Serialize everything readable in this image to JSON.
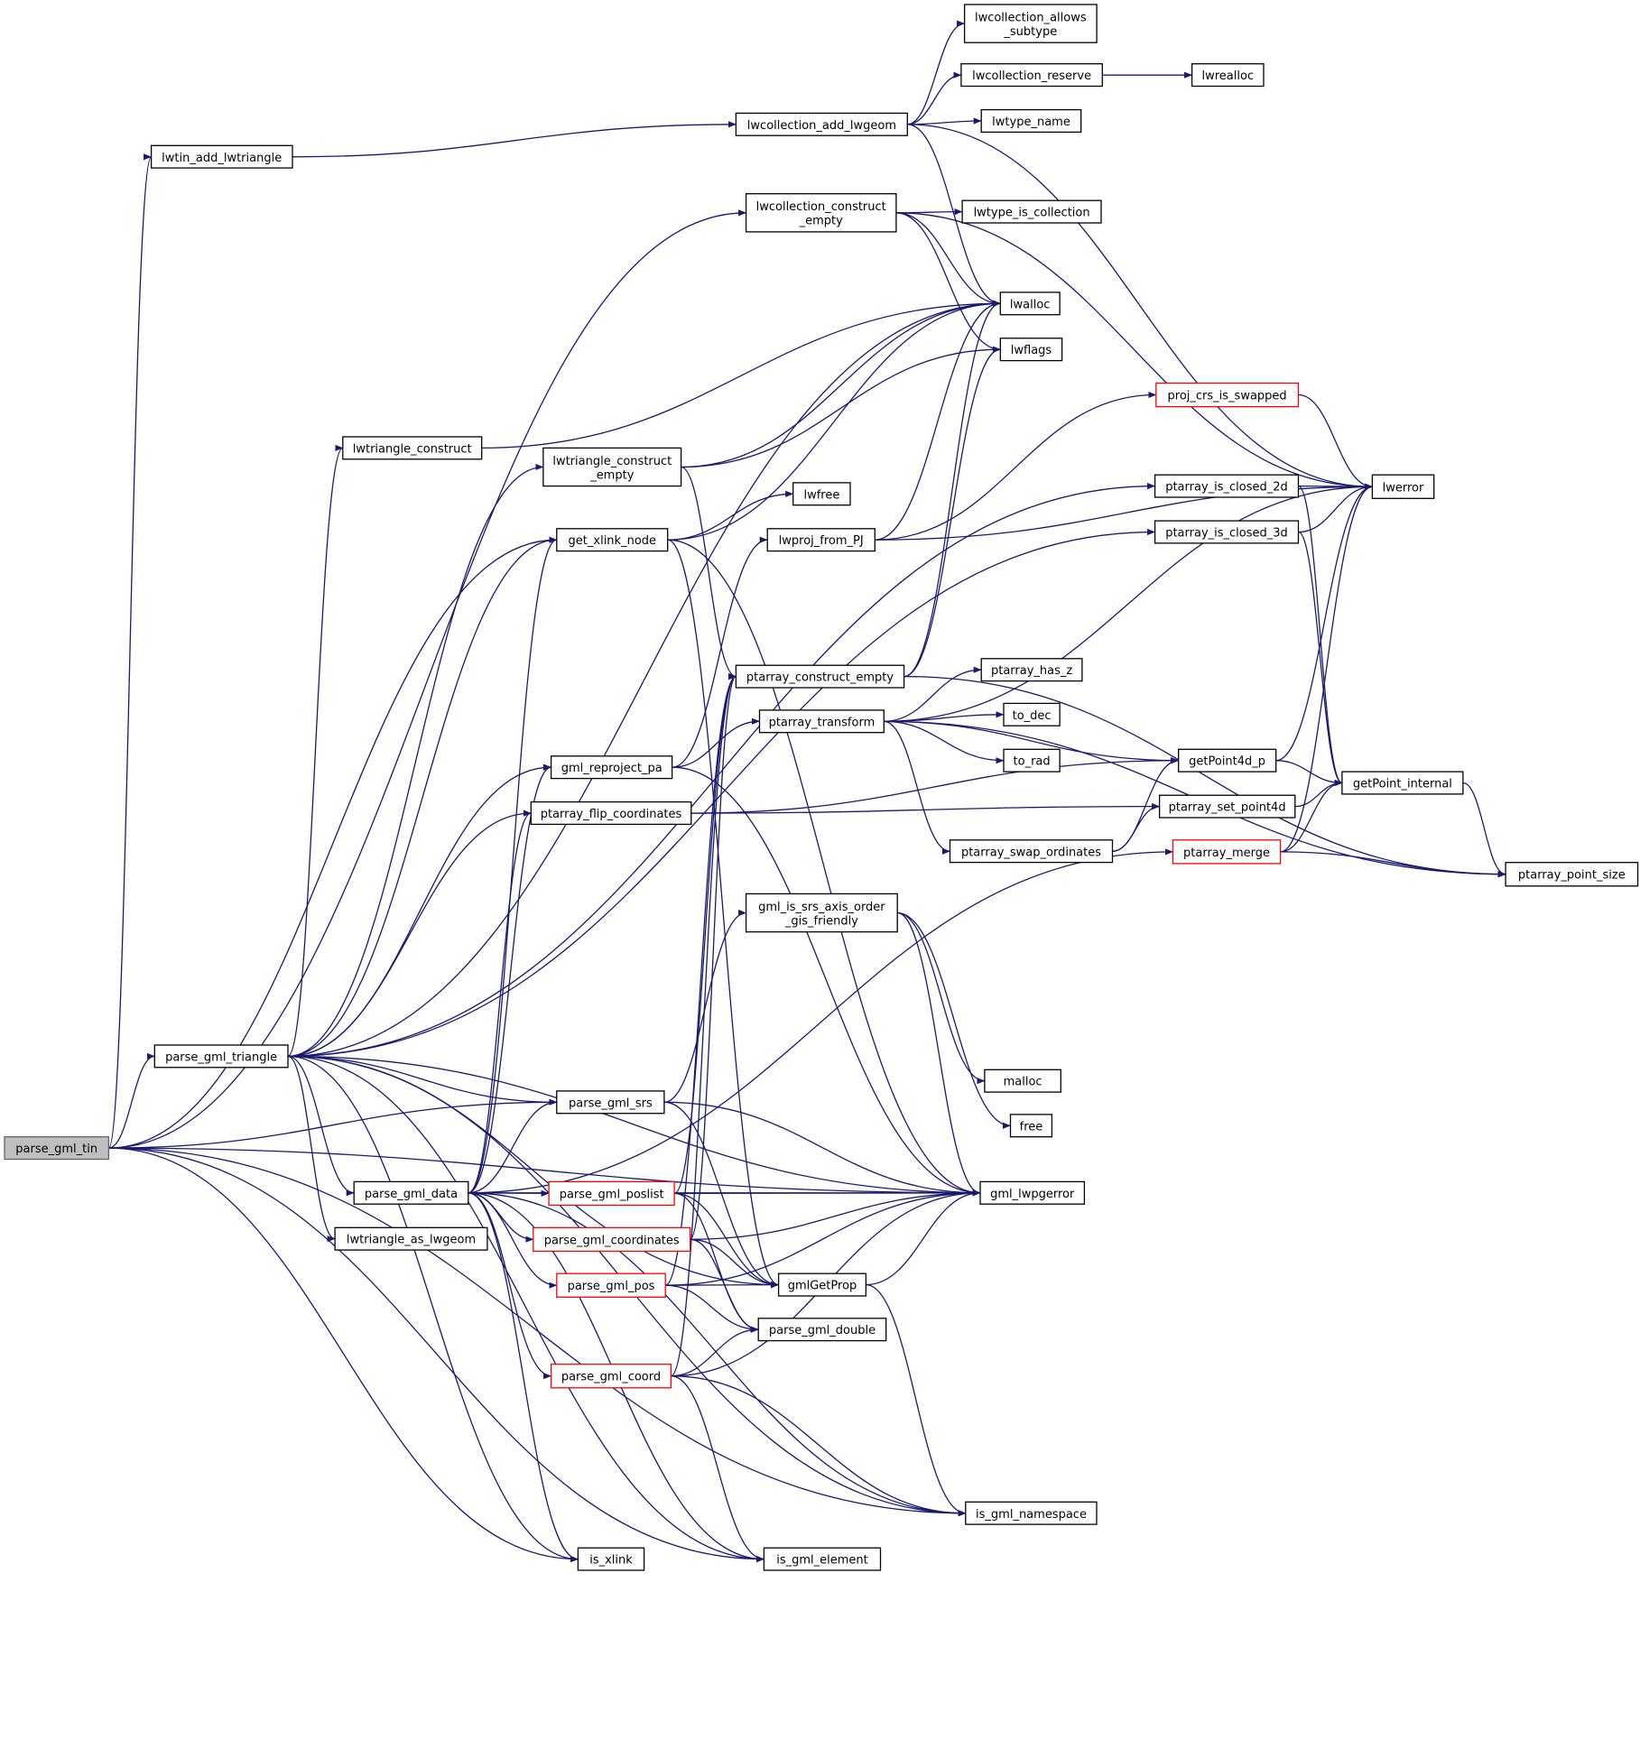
{
  "graph": {
    "colors": {
      "edge": "#191970",
      "node_border": "#000000",
      "node_border_incomplete": "#ff0000",
      "root_fill": "#bfbfbf",
      "root_border": "#666666"
    },
    "nodes": [
      {
        "id": "parse_gml_tin",
        "lines": [
          "parse_gml_tin"
        ],
        "style": "root"
      },
      {
        "id": "lwtin_add_lwtriangle",
        "lines": [
          "lwtin_add_lwtriangle"
        ]
      },
      {
        "id": "lwcollection_allows_subtype",
        "lines": [
          "lwcollection_allows",
          "_subtype"
        ]
      },
      {
        "id": "lwcollection_reserve",
        "lines": [
          "lwcollection_reserve"
        ]
      },
      {
        "id": "lwrealloc",
        "lines": [
          "lwrealloc"
        ]
      },
      {
        "id": "lwcollection_add_lwgeom",
        "lines": [
          "lwcollection_add_lwgeom"
        ]
      },
      {
        "id": "lwtype_name",
        "lines": [
          "lwtype_name"
        ]
      },
      {
        "id": "lwcollection_construct_empty",
        "lines": [
          "lwcollection_construct",
          "_empty"
        ]
      },
      {
        "id": "lwtype_is_collection",
        "lines": [
          "lwtype_is_collection"
        ]
      },
      {
        "id": "lwalloc",
        "lines": [
          "lwalloc"
        ]
      },
      {
        "id": "lwflags",
        "lines": [
          "lwflags"
        ]
      },
      {
        "id": "proj_crs_is_swapped",
        "lines": [
          "proj_crs_is_swapped"
        ],
        "style": "red"
      },
      {
        "id": "lwtriangle_construct",
        "lines": [
          "lwtriangle_construct"
        ]
      },
      {
        "id": "lwtriangle_construct_empty",
        "lines": [
          "lwtriangle_construct",
          "_empty"
        ]
      },
      {
        "id": "ptarray_is_closed_2d",
        "lines": [
          "ptarray_is_closed_2d"
        ]
      },
      {
        "id": "lwerror",
        "lines": [
          "lwerror"
        ]
      },
      {
        "id": "lwfree",
        "lines": [
          "lwfree"
        ]
      },
      {
        "id": "get_xlink_node",
        "lines": [
          "get_xlink_node"
        ]
      },
      {
        "id": "lwproj_from_PJ",
        "lines": [
          "lwproj_from_PJ"
        ]
      },
      {
        "id": "ptarray_is_closed_3d",
        "lines": [
          "ptarray_is_closed_3d"
        ]
      },
      {
        "id": "ptarray_construct_empty",
        "lines": [
          "ptarray_construct_empty"
        ]
      },
      {
        "id": "ptarray_has_z",
        "lines": [
          "ptarray_has_z"
        ]
      },
      {
        "id": "ptarray_transform",
        "lines": [
          "ptarray_transform"
        ]
      },
      {
        "id": "to_dec",
        "lines": [
          "to_dec"
        ]
      },
      {
        "id": "to_rad",
        "lines": [
          "to_rad"
        ]
      },
      {
        "id": "gml_reproject_pa",
        "lines": [
          "gml_reproject_pa"
        ]
      },
      {
        "id": "getPoint4d_p",
        "lines": [
          "getPoint4d_p"
        ]
      },
      {
        "id": "getPoint_internal",
        "lines": [
          "getPoint_internal"
        ]
      },
      {
        "id": "ptarray_flip_coordinates",
        "lines": [
          "ptarray_flip_coordinates"
        ]
      },
      {
        "id": "ptarray_set_point4d",
        "lines": [
          "ptarray_set_point4d"
        ]
      },
      {
        "id": "ptarray_swap_ordinates",
        "lines": [
          "ptarray_swap_ordinates"
        ]
      },
      {
        "id": "ptarray_merge",
        "lines": [
          "ptarray_merge"
        ],
        "style": "red"
      },
      {
        "id": "ptarray_point_size",
        "lines": [
          "ptarray_point_size"
        ]
      },
      {
        "id": "gml_is_srs_axis_order_gis_friendly",
        "lines": [
          "gml_is_srs_axis_order",
          "_gis_friendly"
        ]
      },
      {
        "id": "parse_gml_triangle",
        "lines": [
          "parse_gml_triangle"
        ]
      },
      {
        "id": "malloc",
        "lines": [
          "malloc"
        ]
      },
      {
        "id": "parse_gml_srs",
        "lines": [
          "parse_gml_srs"
        ]
      },
      {
        "id": "free",
        "lines": [
          "free"
        ]
      },
      {
        "id": "parse_gml_data",
        "lines": [
          "parse_gml_data"
        ]
      },
      {
        "id": "parse_gml_poslist",
        "lines": [
          "parse_gml_poslist"
        ],
        "style": "red"
      },
      {
        "id": "gml_lwpgerror",
        "lines": [
          "gml_lwpgerror"
        ]
      },
      {
        "id": "lwtriangle_as_lwgeom",
        "lines": [
          "lwtriangle_as_lwgeom"
        ]
      },
      {
        "id": "parse_gml_coordinates",
        "lines": [
          "parse_gml_coordinates"
        ],
        "style": "red"
      },
      {
        "id": "parse_gml_pos",
        "lines": [
          "parse_gml_pos"
        ],
        "style": "red"
      },
      {
        "id": "gmlGetProp",
        "lines": [
          "gmlGetProp"
        ]
      },
      {
        "id": "parse_gml_double",
        "lines": [
          "parse_gml_double"
        ]
      },
      {
        "id": "parse_gml_coord",
        "lines": [
          "parse_gml_coord"
        ],
        "style": "red"
      },
      {
        "id": "is_gml_namespace",
        "lines": [
          "is_gml_namespace"
        ]
      },
      {
        "id": "is_xlink",
        "lines": [
          "is_xlink"
        ]
      },
      {
        "id": "is_gml_element",
        "lines": [
          "is_gml_element"
        ]
      }
    ],
    "edges": [
      [
        "parse_gml_tin",
        "lwtin_add_lwtriangle"
      ],
      [
        "parse_gml_tin",
        "lwcollection_construct_empty"
      ],
      [
        "parse_gml_tin",
        "get_xlink_node"
      ],
      [
        "parse_gml_tin",
        "parse_gml_triangle"
      ],
      [
        "parse_gml_tin",
        "parse_gml_srs"
      ],
      [
        "parse_gml_tin",
        "is_xlink"
      ],
      [
        "parse_gml_tin",
        "is_gml_element"
      ],
      [
        "parse_gml_tin",
        "is_gml_namespace"
      ],
      [
        "parse_gml_tin",
        "gml_lwpgerror"
      ],
      [
        "lwtin_add_lwtriangle",
        "lwcollection_add_lwgeom"
      ],
      [
        "lwcollection_add_lwgeom",
        "lwcollection_allows_subtype"
      ],
      [
        "lwcollection_add_lwgeom",
        "lwcollection_reserve"
      ],
      [
        "lwcollection_add_lwgeom",
        "lwtype_name"
      ],
      [
        "lwcollection_add_lwgeom",
        "lwerror"
      ],
      [
        "lwcollection_add_lwgeom",
        "lwalloc"
      ],
      [
        "lwcollection_reserve",
        "lwrealloc"
      ],
      [
        "lwcollection_construct_empty",
        "lwtype_is_collection"
      ],
      [
        "lwcollection_construct_empty",
        "lwerror"
      ],
      [
        "lwcollection_construct_empty",
        "lwalloc"
      ],
      [
        "lwcollection_construct_empty",
        "lwflags"
      ],
      [
        "proj_crs_is_swapped",
        "lwerror"
      ],
      [
        "lwtriangle_construct",
        "lwalloc"
      ],
      [
        "lwtriangle_construct_empty",
        "lwalloc"
      ],
      [
        "lwtriangle_construct_empty",
        "lwflags"
      ],
      [
        "lwtriangle_construct_empty",
        "ptarray_construct_empty"
      ],
      [
        "ptarray_is_closed_2d",
        "lwerror"
      ],
      [
        "ptarray_is_closed_2d",
        "getPoint_internal"
      ],
      [
        "ptarray_is_closed_3d",
        "lwerror"
      ],
      [
        "ptarray_is_closed_3d",
        "getPoint_internal"
      ],
      [
        "get_xlink_node",
        "lwfree"
      ],
      [
        "get_xlink_node",
        "lwalloc"
      ],
      [
        "get_xlink_node",
        "gmlGetProp"
      ],
      [
        "get_xlink_node",
        "gml_lwpgerror"
      ],
      [
        "lwproj_from_PJ",
        "proj_crs_is_swapped"
      ],
      [
        "lwproj_from_PJ",
        "lwerror"
      ],
      [
        "lwproj_from_PJ",
        "lwalloc"
      ],
      [
        "ptarray_construct_empty",
        "lwalloc"
      ],
      [
        "ptarray_construct_empty",
        "lwflags"
      ],
      [
        "ptarray_construct_empty",
        "ptarray_point_size"
      ],
      [
        "ptarray_transform",
        "ptarray_has_z"
      ],
      [
        "ptarray_transform",
        "to_dec"
      ],
      [
        "ptarray_transform",
        "to_rad"
      ],
      [
        "ptarray_transform",
        "getPoint4d_p"
      ],
      [
        "ptarray_transform",
        "lwerror"
      ],
      [
        "ptarray_transform",
        "ptarray_swap_ordinates"
      ],
      [
        "ptarray_transform",
        "ptarray_point_size"
      ],
      [
        "gml_reproject_pa",
        "ptarray_transform"
      ],
      [
        "gml_reproject_pa",
        "lwproj_from_PJ"
      ],
      [
        "gml_reproject_pa",
        "gml_lwpgerror"
      ],
      [
        "getPoint4d_p",
        "lwerror"
      ],
      [
        "getPoint4d_p",
        "getPoint_internal"
      ],
      [
        "getPoint_internal",
        "ptarray_point_size"
      ],
      [
        "ptarray_flip_coordinates",
        "getPoint4d_p"
      ],
      [
        "ptarray_flip_coordinates",
        "ptarray_set_point4d"
      ],
      [
        "ptarray_set_point4d",
        "getPoint_internal"
      ],
      [
        "ptarray_swap_ordinates",
        "getPoint4d_p"
      ],
      [
        "ptarray_swap_ordinates",
        "ptarray_set_point4d"
      ],
      [
        "ptarray_merge",
        "lwerror"
      ],
      [
        "ptarray_merge",
        "getPoint_internal"
      ],
      [
        "ptarray_merge",
        "ptarray_point_size"
      ],
      [
        "gml_is_srs_axis_order_gis_friendly",
        "malloc"
      ],
      [
        "gml_is_srs_axis_order_gis_friendly",
        "free"
      ],
      [
        "gml_is_srs_axis_order_gis_friendly",
        "gml_lwpgerror"
      ],
      [
        "parse_gml_triangle",
        "lwtriangle_construct"
      ],
      [
        "parse_gml_triangle",
        "lwtriangle_construct_empty"
      ],
      [
        "parse_gml_triangle",
        "get_xlink_node"
      ],
      [
        "parse_gml_triangle",
        "gml_reproject_pa"
      ],
      [
        "parse_gml_triangle",
        "ptarray_flip_coordinates"
      ],
      [
        "parse_gml_triangle",
        "ptarray_is_closed_2d"
      ],
      [
        "parse_gml_triangle",
        "ptarray_is_closed_3d"
      ],
      [
        "parse_gml_triangle",
        "lwalloc"
      ],
      [
        "parse_gml_triangle",
        "parse_gml_srs"
      ],
      [
        "parse_gml_triangle",
        "parse_gml_data"
      ],
      [
        "parse_gml_triangle",
        "lwtriangle_as_lwgeom"
      ],
      [
        "parse_gml_triangle",
        "gml_lwpgerror"
      ],
      [
        "parse_gml_triangle",
        "gmlGetProp"
      ],
      [
        "parse_gml_triangle",
        "is_xlink"
      ],
      [
        "parse_gml_triangle",
        "is_gml_element"
      ],
      [
        "parse_gml_triangle",
        "is_gml_namespace"
      ],
      [
        "parse_gml_srs",
        "gml_is_srs_axis_order_gis_friendly"
      ],
      [
        "parse_gml_srs",
        "gmlGetProp"
      ],
      [
        "parse_gml_srs",
        "gml_lwpgerror"
      ],
      [
        "parse_gml_data",
        "get_xlink_node"
      ],
      [
        "parse_gml_data",
        "gml_reproject_pa"
      ],
      [
        "parse_gml_data",
        "ptarray_flip_coordinates"
      ],
      [
        "parse_gml_data",
        "ptarray_merge"
      ],
      [
        "parse_gml_data",
        "parse_gml_srs"
      ],
      [
        "parse_gml_data",
        "parse_gml_poslist"
      ],
      [
        "parse_gml_data",
        "parse_gml_coordinates"
      ],
      [
        "parse_gml_data",
        "parse_gml_pos"
      ],
      [
        "parse_gml_data",
        "parse_gml_coord"
      ],
      [
        "parse_gml_data",
        "gml_lwpgerror"
      ],
      [
        "parse_gml_data",
        "is_xlink"
      ],
      [
        "parse_gml_data",
        "is_gml_element"
      ],
      [
        "parse_gml_data",
        "is_gml_namespace"
      ],
      [
        "parse_gml_poslist",
        "ptarray_construct_empty"
      ],
      [
        "parse_gml_poslist",
        "gmlGetProp"
      ],
      [
        "parse_gml_poslist",
        "parse_gml_double"
      ],
      [
        "parse_gml_poslist",
        "gml_lwpgerror"
      ],
      [
        "parse_gml_coordinates",
        "ptarray_construct_empty"
      ],
      [
        "parse_gml_coordinates",
        "gmlGetProp"
      ],
      [
        "parse_gml_coordinates",
        "parse_gml_double"
      ],
      [
        "parse_gml_coordinates",
        "gml_lwpgerror"
      ],
      [
        "parse_gml_pos",
        "ptarray_construct_empty"
      ],
      [
        "parse_gml_pos",
        "gmlGetProp"
      ],
      [
        "parse_gml_pos",
        "parse_gml_double"
      ],
      [
        "parse_gml_pos",
        "gml_lwpgerror"
      ],
      [
        "parse_gml_coord",
        "ptarray_construct_empty"
      ],
      [
        "parse_gml_coord",
        "parse_gml_double"
      ],
      [
        "parse_gml_coord",
        "gml_lwpgerror"
      ],
      [
        "parse_gml_coord",
        "is_gml_element"
      ],
      [
        "parse_gml_coord",
        "is_gml_namespace"
      ],
      [
        "gmlGetProp",
        "gml_lwpgerror"
      ],
      [
        "gmlGetProp",
        "is_gml_namespace"
      ]
    ]
  }
}
